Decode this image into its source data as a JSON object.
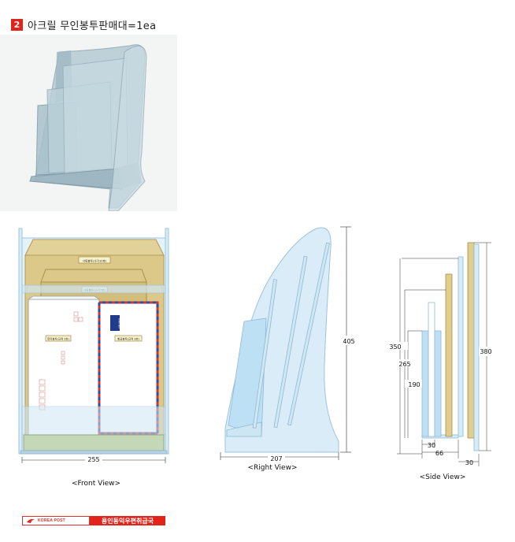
{
  "header": {
    "number": "2",
    "title": "아크릴 무인봉투판매대=1ea"
  },
  "views": {
    "front": {
      "caption": "<Front View>",
      "width_label": "255",
      "labels": [
        "서류봉투(사각10호)",
        "서류봉투(사각7호)",
        "편지봉투(규격 3호)",
        "항공봉투(규격 3호)"
      ],
      "airmail_label": "AIR MAIL"
    },
    "right": {
      "caption": "<Right View>",
      "width_label": "207",
      "height_label": "405"
    },
    "side": {
      "caption": "<Side View>",
      "labels": {
        "h350": "350",
        "h265": "265",
        "h190": "190",
        "w30a": "30",
        "w66": "66",
        "w30b": "30",
        "h380": "380"
      }
    }
  },
  "footer": {
    "brand": "KOREA POST",
    "text": "용인동익우편취급국"
  },
  "colors": {
    "accent": "#e2231a",
    "acrylic": "#d6ecf7",
    "kraft": "#d8c27f"
  }
}
